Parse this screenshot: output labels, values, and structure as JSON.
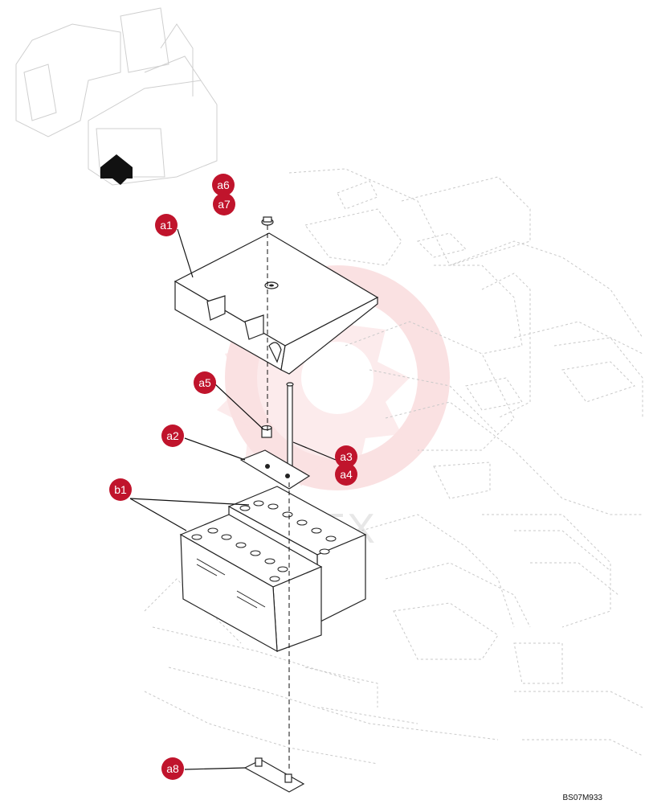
{
  "callouts": [
    {
      "id": "a6",
      "label": "a6"
    },
    {
      "id": "a7",
      "label": "a7"
    },
    {
      "id": "a1",
      "label": "a1"
    },
    {
      "id": "a5",
      "label": "a5"
    },
    {
      "id": "a2",
      "label": "a2"
    },
    {
      "id": "a3",
      "label": "a3"
    },
    {
      "id": "a4",
      "label": "a4"
    },
    {
      "id": "b1",
      "label": "b1"
    },
    {
      "id": "a8",
      "label": "a8"
    }
  ],
  "drawing_code": "BS07M933",
  "watermark_text": "MITEX",
  "colors": {
    "callout_fill": "#c0142c",
    "watermark": "#f6c9cc",
    "ghost_lines": "#c9c9c9"
  }
}
